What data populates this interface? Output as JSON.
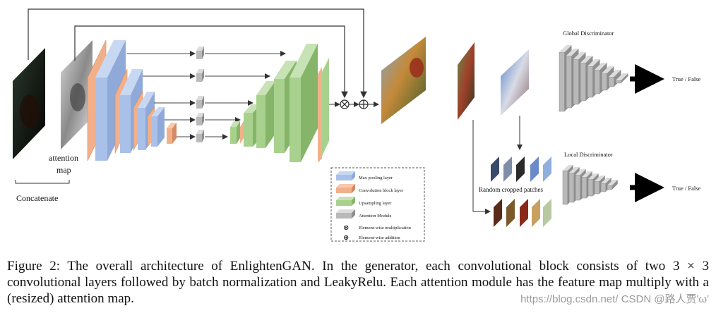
{
  "labels": {
    "attention": "attention",
    "map": "map",
    "concatenate": "Concatenate",
    "random_patches": "Random cropped patches",
    "global_disc": "Global Discriminator",
    "local_disc": "Local Discriminator",
    "true_false_global": "True / False",
    "true_false_local": "True / False"
  },
  "legend": {
    "items": [
      {
        "label": "Max pooling layer",
        "color": "#a9c1e8"
      },
      {
        "label": "Convolution block layer",
        "color": "#f2b08a"
      },
      {
        "label": "Upsampling layer",
        "color": "#a9d18e"
      },
      {
        "label": "Attention Module",
        "color": "#b9b9b9"
      },
      {
        "label": "Element-wise multiplication",
        "symbol": "⊗"
      },
      {
        "label": "Element-wise addition",
        "symbol": "⊕"
      }
    ]
  },
  "caption": "Figure 2: The overall architecture of EnlightenGAN. In the generator, each convolutional block consists of two 3 × 3 convolutional layers followed by batch normalization and LeakyRelu. Each attention module has the feature map multiply with a (resized) attention map.",
  "watermark": "https://blog.csdn.net/ CSDN @路人贾'ω'"
}
